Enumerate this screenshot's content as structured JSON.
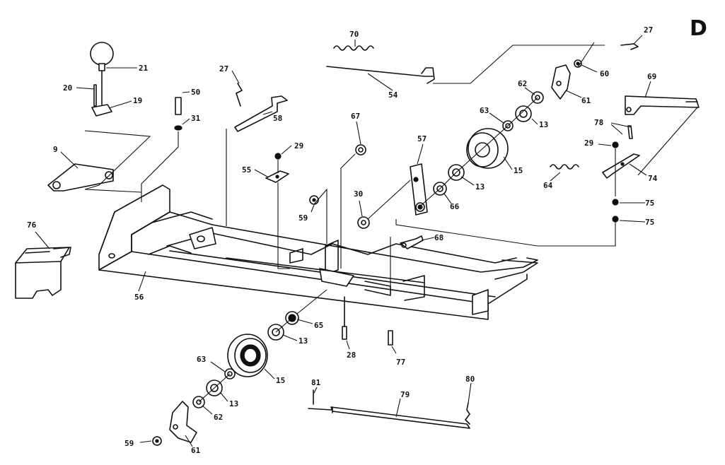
{
  "sheet_letter": "D",
  "callouts": [
    {
      "id": "c21",
      "text": "21"
    },
    {
      "id": "c20",
      "text": "20"
    },
    {
      "id": "c19",
      "text": "19"
    },
    {
      "id": "c9",
      "text": "9"
    },
    {
      "id": "c50",
      "text": "50"
    },
    {
      "id": "c31",
      "text": "31"
    },
    {
      "id": "c27a",
      "text": "27"
    },
    {
      "id": "c58",
      "text": "58"
    },
    {
      "id": "c70",
      "text": "70"
    },
    {
      "id": "c54",
      "text": "54"
    },
    {
      "id": "c27b",
      "text": "27"
    },
    {
      "id": "c60",
      "text": "60"
    },
    {
      "id": "c69",
      "text": "69"
    },
    {
      "id": "c62a",
      "text": "62"
    },
    {
      "id": "c61a",
      "text": "61"
    },
    {
      "id": "c63a",
      "text": "63"
    },
    {
      "id": "c13a",
      "text": "13"
    },
    {
      "id": "c78",
      "text": "78"
    },
    {
      "id": "c29a",
      "text": "29"
    },
    {
      "id": "c74",
      "text": "74"
    },
    {
      "id": "c15a",
      "text": "15"
    },
    {
      "id": "c64",
      "text": "64"
    },
    {
      "id": "c67",
      "text": "67"
    },
    {
      "id": "c57",
      "text": "57"
    },
    {
      "id": "c13b",
      "text": "13"
    },
    {
      "id": "c29b",
      "text": "29"
    },
    {
      "id": "c55",
      "text": "55"
    },
    {
      "id": "c66",
      "text": "66"
    },
    {
      "id": "c75a",
      "text": "75"
    },
    {
      "id": "c75b",
      "text": "75"
    },
    {
      "id": "c30",
      "text": "30"
    },
    {
      "id": "c59a",
      "text": "59"
    },
    {
      "id": "c68",
      "text": "68"
    },
    {
      "id": "c76",
      "text": "76"
    },
    {
      "id": "c56",
      "text": "56"
    },
    {
      "id": "c65",
      "text": "65"
    },
    {
      "id": "c13c",
      "text": "13"
    },
    {
      "id": "c28",
      "text": "28"
    },
    {
      "id": "c77",
      "text": "77"
    },
    {
      "id": "c63b",
      "text": "63"
    },
    {
      "id": "c15b",
      "text": "15"
    },
    {
      "id": "c13d",
      "text": "13"
    },
    {
      "id": "c81",
      "text": "81"
    },
    {
      "id": "c80",
      "text": "80"
    },
    {
      "id": "c79",
      "text": "79"
    },
    {
      "id": "c62b",
      "text": "62"
    },
    {
      "id": "c59b",
      "text": "59"
    },
    {
      "id": "c61b",
      "text": "61"
    }
  ]
}
